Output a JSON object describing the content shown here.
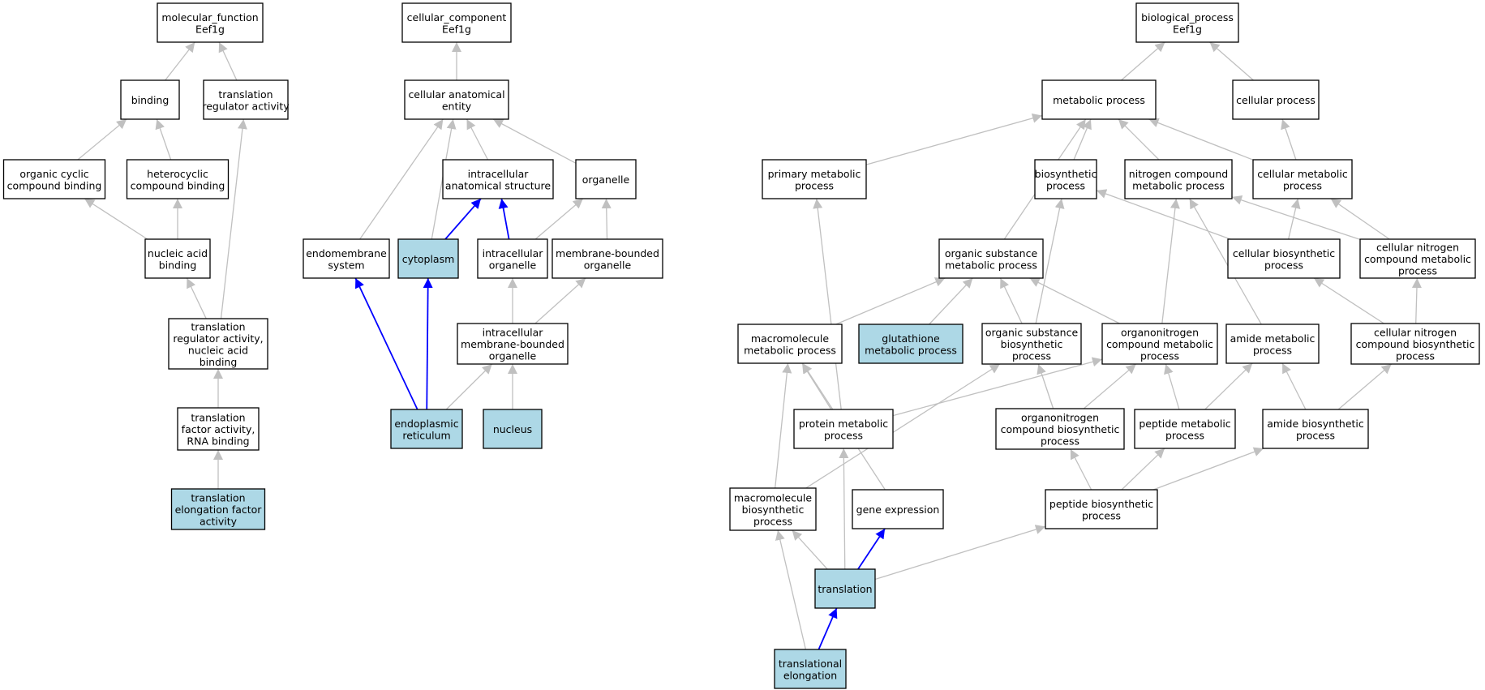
{
  "colors": {
    "edge_default": "#c0c0c0",
    "edge_highlight": "#0000ff",
    "node_fill_default": "#ffffff",
    "node_fill_highlight": "#add8e6",
    "node_stroke": "#000000",
    "text": "#000000"
  },
  "nodes": [
    {
      "id": "mf",
      "lines": [
        "molecular_function",
        "Eef1g"
      ],
      "highlight": false
    },
    {
      "id": "binding",
      "lines": [
        "binding"
      ],
      "highlight": false
    },
    {
      "id": "trans_reg",
      "lines": [
        "translation",
        "regulator activity"
      ],
      "highlight": false
    },
    {
      "id": "org_cyc",
      "lines": [
        "organic cyclic",
        "compound binding"
      ],
      "highlight": false
    },
    {
      "id": "hetero",
      "lines": [
        "heterocyclic",
        "compound binding"
      ],
      "highlight": false
    },
    {
      "id": "nucleic",
      "lines": [
        "nucleic acid",
        "binding"
      ],
      "highlight": false
    },
    {
      "id": "trans_reg_na",
      "lines": [
        "translation",
        "regulator activity,",
        "nucleic acid",
        "binding"
      ],
      "highlight": false
    },
    {
      "id": "trans_factor",
      "lines": [
        "translation",
        "factor activity,",
        "RNA binding"
      ],
      "highlight": false
    },
    {
      "id": "trans_elong_factor",
      "lines": [
        "translation",
        "elongation factor",
        "activity"
      ],
      "highlight": true
    },
    {
      "id": "cc",
      "lines": [
        "cellular_component",
        "Eef1g"
      ],
      "highlight": false
    },
    {
      "id": "cae",
      "lines": [
        "cellular anatomical",
        "entity"
      ],
      "highlight": false
    },
    {
      "id": "ias",
      "lines": [
        "intracellular",
        "anatomical structure"
      ],
      "highlight": false
    },
    {
      "id": "organelle",
      "lines": [
        "organelle"
      ],
      "highlight": false
    },
    {
      "id": "endomem",
      "lines": [
        "endomembrane",
        "system"
      ],
      "highlight": false
    },
    {
      "id": "cytoplasm",
      "lines": [
        "cytoplasm"
      ],
      "highlight": true
    },
    {
      "id": "intra_org",
      "lines": [
        "intracellular",
        "organelle"
      ],
      "highlight": false
    },
    {
      "id": "mem_org",
      "lines": [
        "membrane-bounded",
        "organelle"
      ],
      "highlight": false
    },
    {
      "id": "intra_mem_org",
      "lines": [
        "intracellular",
        "membrane-bounded",
        "organelle"
      ],
      "highlight": false
    },
    {
      "id": "er",
      "lines": [
        "endoplasmic",
        "reticulum"
      ],
      "highlight": true
    },
    {
      "id": "nucleus",
      "lines": [
        "nucleus"
      ],
      "highlight": true
    },
    {
      "id": "bp",
      "lines": [
        "biological_process",
        "Eef1g"
      ],
      "highlight": false
    },
    {
      "id": "metab",
      "lines": [
        "metabolic process"
      ],
      "highlight": false
    },
    {
      "id": "cell_proc",
      "lines": [
        "cellular process"
      ],
      "highlight": false
    },
    {
      "id": "prim_metab",
      "lines": [
        "primary metabolic",
        "process"
      ],
      "highlight": false
    },
    {
      "id": "biosyn",
      "lines": [
        "biosynthetic",
        "process"
      ],
      "highlight": false
    },
    {
      "id": "nitro_metab",
      "lines": [
        "nitrogen compound",
        "metabolic process"
      ],
      "highlight": false
    },
    {
      "id": "cell_metab",
      "lines": [
        "cellular metabolic",
        "process"
      ],
      "highlight": false
    },
    {
      "id": "org_sub_metab",
      "lines": [
        "organic substance",
        "metabolic process"
      ],
      "highlight": false
    },
    {
      "id": "cell_biosyn",
      "lines": [
        "cellular biosynthetic",
        "process"
      ],
      "highlight": false
    },
    {
      "id": "cell_nitro_metab",
      "lines": [
        "cellular nitrogen",
        "compound metabolic",
        "process"
      ],
      "highlight": false
    },
    {
      "id": "macro_metab",
      "lines": [
        "macromolecule",
        "metabolic process"
      ],
      "highlight": false
    },
    {
      "id": "glut",
      "lines": [
        "glutathione",
        "metabolic process"
      ],
      "highlight": true
    },
    {
      "id": "org_sub_biosyn",
      "lines": [
        "organic substance",
        "biosynthetic",
        "process"
      ],
      "highlight": false
    },
    {
      "id": "orgnitro_metab",
      "lines": [
        "organonitrogen",
        "compound metabolic",
        "process"
      ],
      "highlight": false
    },
    {
      "id": "amide_metab",
      "lines": [
        "amide metabolic",
        "process"
      ],
      "highlight": false
    },
    {
      "id": "cell_nitro_biosyn",
      "lines": [
        "cellular nitrogen",
        "compound biosynthetic",
        "process"
      ],
      "highlight": false
    },
    {
      "id": "prot_metab",
      "lines": [
        "protein metabolic",
        "process"
      ],
      "highlight": false
    },
    {
      "id": "orgnitro_biosyn",
      "lines": [
        "organonitrogen",
        "compound biosynthetic",
        "process"
      ],
      "highlight": false
    },
    {
      "id": "pep_metab",
      "lines": [
        "peptide metabolic",
        "process"
      ],
      "highlight": false
    },
    {
      "id": "amide_biosyn",
      "lines": [
        "amide biosynthetic",
        "process"
      ],
      "highlight": false
    },
    {
      "id": "macro_biosyn",
      "lines": [
        "macromolecule",
        "biosynthetic",
        "process"
      ],
      "highlight": false
    },
    {
      "id": "gene_expr",
      "lines": [
        "gene expression"
      ],
      "highlight": false
    },
    {
      "id": "pep_biosyn",
      "lines": [
        "peptide biosynthetic",
        "process"
      ],
      "highlight": false
    },
    {
      "id": "translation",
      "lines": [
        "translation"
      ],
      "highlight": true
    },
    {
      "id": "trans_elong",
      "lines": [
        "translational",
        "elongation"
      ],
      "highlight": true
    }
  ],
  "edges": [
    {
      "from": "binding",
      "to": "mf",
      "highlight": false
    },
    {
      "from": "trans_reg",
      "to": "mf",
      "highlight": false
    },
    {
      "from": "org_cyc",
      "to": "binding",
      "highlight": false
    },
    {
      "from": "hetero",
      "to": "binding",
      "highlight": false
    },
    {
      "from": "nucleic",
      "to": "org_cyc",
      "highlight": false
    },
    {
      "from": "nucleic",
      "to": "hetero",
      "highlight": false
    },
    {
      "from": "trans_reg_na",
      "to": "nucleic",
      "highlight": false
    },
    {
      "from": "trans_reg_na",
      "to": "trans_reg",
      "highlight": false
    },
    {
      "from": "trans_factor",
      "to": "trans_reg_na",
      "highlight": false
    },
    {
      "from": "trans_elong_factor",
      "to": "trans_factor",
      "highlight": false
    },
    {
      "from": "cae",
      "to": "cc",
      "highlight": false
    },
    {
      "from": "ias",
      "to": "cae",
      "highlight": false
    },
    {
      "from": "organelle",
      "to": "cae",
      "highlight": false
    },
    {
      "from": "endomem",
      "to": "cae",
      "highlight": false
    },
    {
      "from": "cytoplasm",
      "to": "cae",
      "highlight": false
    },
    {
      "from": "cytoplasm",
      "to": "ias",
      "highlight": true
    },
    {
      "from": "intra_org",
      "to": "ias",
      "highlight": true
    },
    {
      "from": "intra_org",
      "to": "organelle",
      "highlight": false
    },
    {
      "from": "mem_org",
      "to": "organelle",
      "highlight": false
    },
    {
      "from": "intra_mem_org",
      "to": "intra_org",
      "highlight": false
    },
    {
      "from": "intra_mem_org",
      "to": "mem_org",
      "highlight": false
    },
    {
      "from": "er",
      "to": "endomem",
      "highlight": true
    },
    {
      "from": "er",
      "to": "cytoplasm",
      "highlight": true
    },
    {
      "from": "er",
      "to": "intra_mem_org",
      "highlight": false
    },
    {
      "from": "nucleus",
      "to": "intra_mem_org",
      "highlight": false
    },
    {
      "from": "metab",
      "to": "bp",
      "highlight": false
    },
    {
      "from": "cell_proc",
      "to": "bp",
      "highlight": false
    },
    {
      "from": "prim_metab",
      "to": "metab",
      "highlight": false
    },
    {
      "from": "biosyn",
      "to": "metab",
      "highlight": false
    },
    {
      "from": "nitro_metab",
      "to": "metab",
      "highlight": false
    },
    {
      "from": "cell_metab",
      "to": "metab",
      "highlight": false
    },
    {
      "from": "org_sub_metab",
      "to": "metab",
      "highlight": false
    },
    {
      "from": "cell_metab",
      "to": "cell_proc",
      "highlight": false
    },
    {
      "from": "cell_biosyn",
      "to": "biosyn",
      "highlight": false
    },
    {
      "from": "cell_biosyn",
      "to": "cell_metab",
      "highlight": false
    },
    {
      "from": "cell_nitro_metab",
      "to": "nitro_metab",
      "highlight": false
    },
    {
      "from": "cell_nitro_metab",
      "to": "cell_metab",
      "highlight": false
    },
    {
      "from": "macro_metab",
      "to": "org_sub_metab",
      "highlight": false
    },
    {
      "from": "glut",
      "to": "org_sub_metab",
      "highlight": false
    },
    {
      "from": "org_sub_biosyn",
      "to": "org_sub_metab",
      "highlight": false
    },
    {
      "from": "org_sub_biosyn",
      "to": "biosyn",
      "highlight": false
    },
    {
      "from": "orgnitro_metab",
      "to": "org_sub_metab",
      "highlight": false
    },
    {
      "from": "orgnitro_metab",
      "to": "nitro_metab",
      "highlight": false
    },
    {
      "from": "amide_metab",
      "to": "nitro_metab",
      "highlight": false
    },
    {
      "from": "cell_nitro_biosyn",
      "to": "cell_nitro_metab",
      "highlight": false
    },
    {
      "from": "cell_nitro_biosyn",
      "to": "cell_biosyn",
      "highlight": false
    },
    {
      "from": "prot_metab",
      "to": "macro_metab",
      "highlight": false
    },
    {
      "from": "prot_metab",
      "to": "orgnitro_metab",
      "highlight": false
    },
    {
      "from": "prot_metab",
      "to": "prim_metab",
      "highlight": false
    },
    {
      "from": "orgnitro_biosyn",
      "to": "org_sub_biosyn",
      "highlight": false
    },
    {
      "from": "orgnitro_biosyn",
      "to": "orgnitro_metab",
      "highlight": false
    },
    {
      "from": "pep_metab",
      "to": "orgnitro_metab",
      "highlight": false
    },
    {
      "from": "pep_metab",
      "to": "amide_metab",
      "highlight": false
    },
    {
      "from": "amide_biosyn",
      "to": "amide_metab",
      "highlight": false
    },
    {
      "from": "amide_biosyn",
      "to": "cell_nitro_biosyn",
      "highlight": false
    },
    {
      "from": "macro_biosyn",
      "to": "macro_metab",
      "highlight": false
    },
    {
      "from": "macro_biosyn",
      "to": "org_sub_biosyn",
      "highlight": false
    },
    {
      "from": "gene_expr",
      "to": "macro_metab",
      "highlight": false
    },
    {
      "from": "pep_biosyn",
      "to": "orgnitro_biosyn",
      "highlight": false
    },
    {
      "from": "pep_biosyn",
      "to": "pep_metab",
      "highlight": false
    },
    {
      "from": "pep_biosyn",
      "to": "amide_biosyn",
      "highlight": false
    },
    {
      "from": "translation",
      "to": "macro_biosyn",
      "highlight": false
    },
    {
      "from": "translation",
      "to": "prot_metab",
      "highlight": false
    },
    {
      "from": "translation",
      "to": "gene_expr",
      "highlight": true
    },
    {
      "from": "translation",
      "to": "pep_biosyn",
      "highlight": false
    },
    {
      "from": "trans_elong",
      "to": "translation",
      "highlight": true
    },
    {
      "from": "trans_elong",
      "to": "macro_biosyn",
      "highlight": false
    }
  ]
}
